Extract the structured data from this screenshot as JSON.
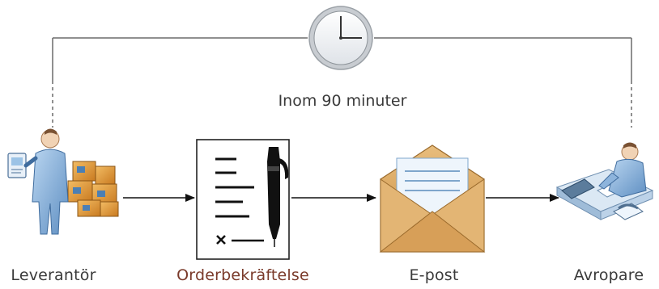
{
  "timer": {
    "label": "Inom 90 minuter"
  },
  "nodes": [
    {
      "id": "supplier",
      "label": "Leverantör",
      "icon": "supplier-person-icon"
    },
    {
      "id": "order",
      "label": "Orderbekräftelse",
      "icon": "document-pen-icon"
    },
    {
      "id": "email",
      "label": "E-post",
      "icon": "envelope-icon"
    },
    {
      "id": "buyer",
      "label": "Avropare",
      "icon": "person-at-desk-icon"
    }
  ],
  "colors": {
    "line": "#6b6b6b",
    "arrow": "#111111",
    "label_default": "#3a3a3a",
    "label_order": "#7a3a2a",
    "person_blue": "#8db4dc",
    "box_orange": "#e39a3a",
    "envelope": "#e0b070"
  }
}
